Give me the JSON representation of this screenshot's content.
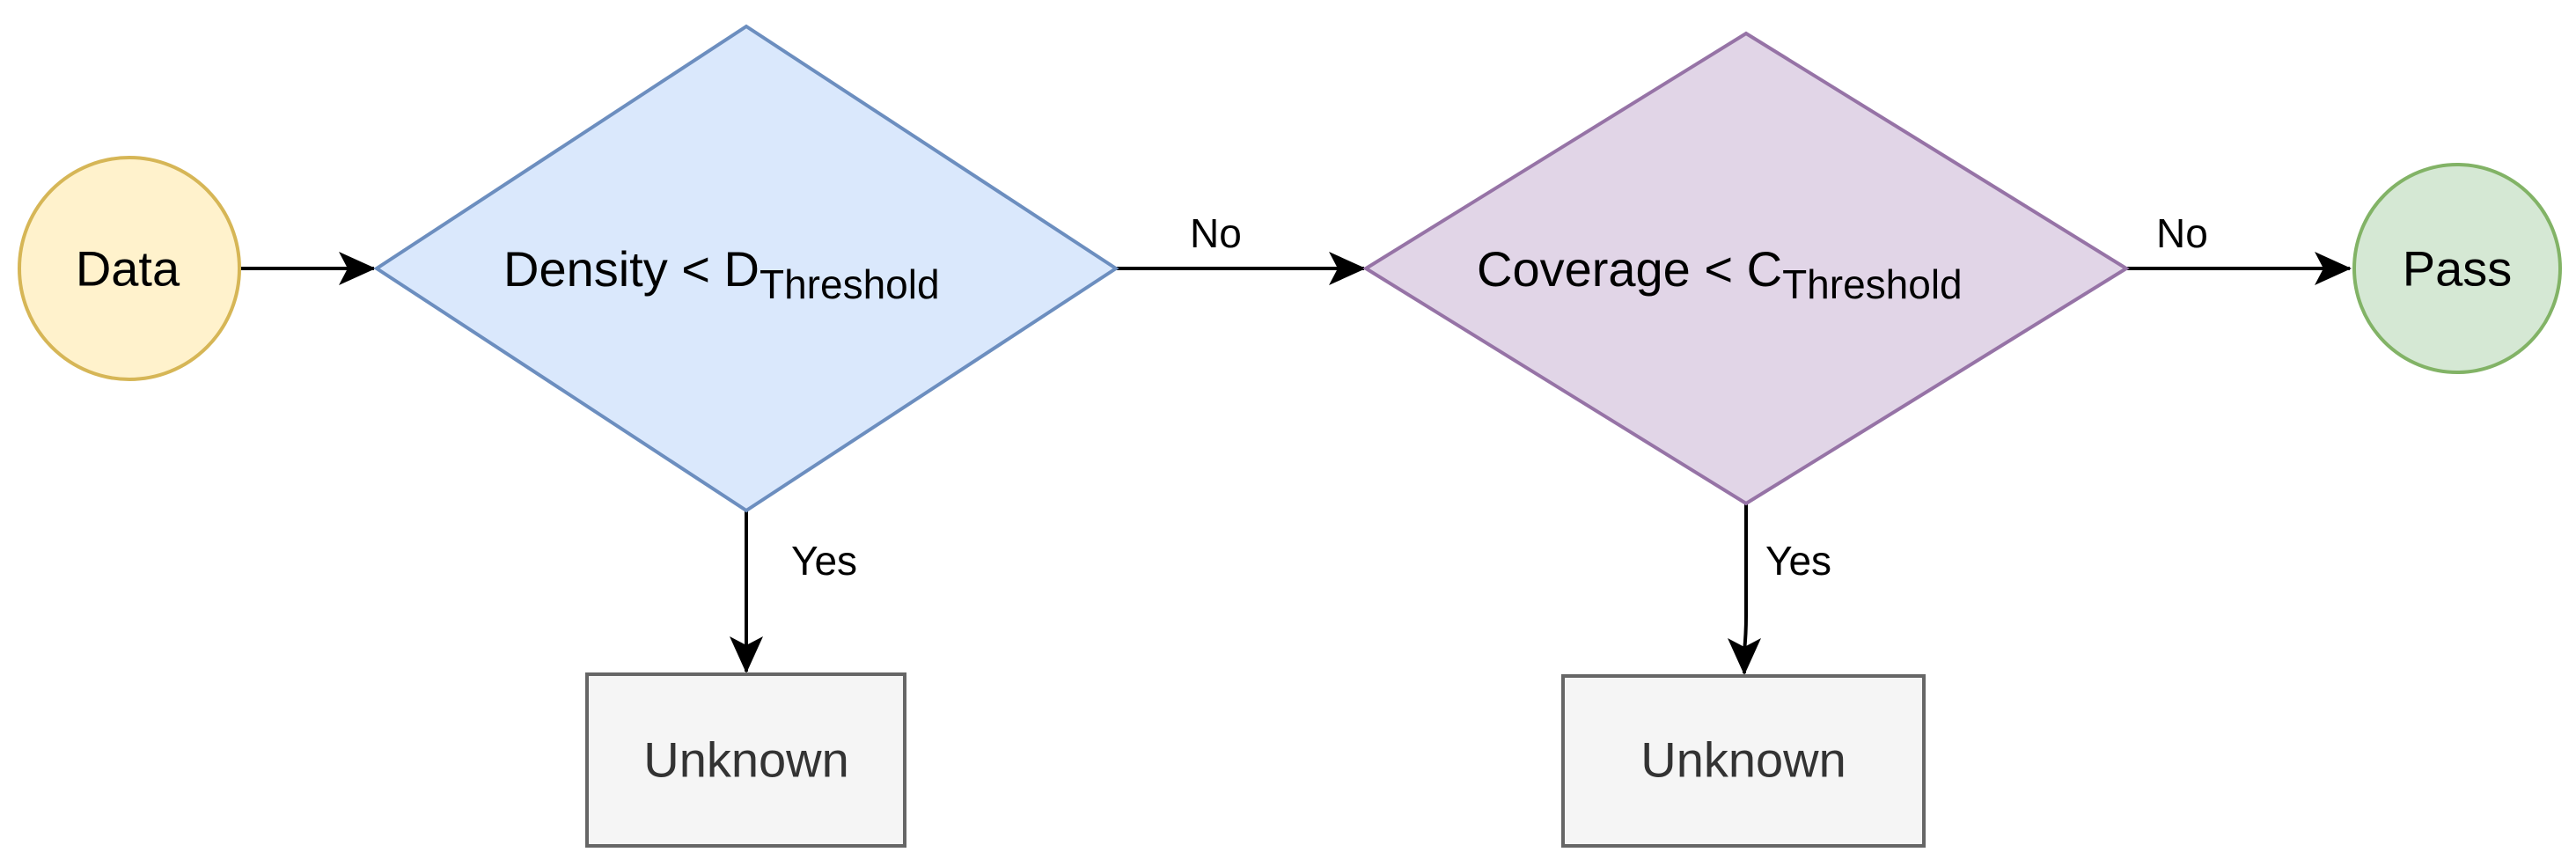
{
  "colors": {
    "start_fill": "#fff2cc",
    "start_stroke": "#d6b656",
    "decision1_fill": "#dae8fc",
    "decision1_stroke": "#6c8ebf",
    "decision2_fill": "#e1d5e7",
    "decision2_stroke": "#9673a6",
    "end_fill": "#d5e8d4",
    "end_stroke": "#82b366",
    "box_fill": "#f5f5f5",
    "box_stroke": "#666666",
    "edge": "#000000"
  },
  "nodes": {
    "start": {
      "label": "Data"
    },
    "density_check": {
      "label": "Density < D",
      "subscript": "Threshold"
    },
    "coverage_check": {
      "label": "Coverage < C",
      "subscript": "Threshold"
    },
    "pass": {
      "label": "Pass"
    },
    "unknown_1": {
      "label": "Unknown"
    },
    "unknown_2": {
      "label": "Unknown"
    }
  },
  "edges": {
    "density_no": "No",
    "density_yes": "Yes",
    "coverage_no": "No",
    "coverage_yes": "Yes"
  }
}
